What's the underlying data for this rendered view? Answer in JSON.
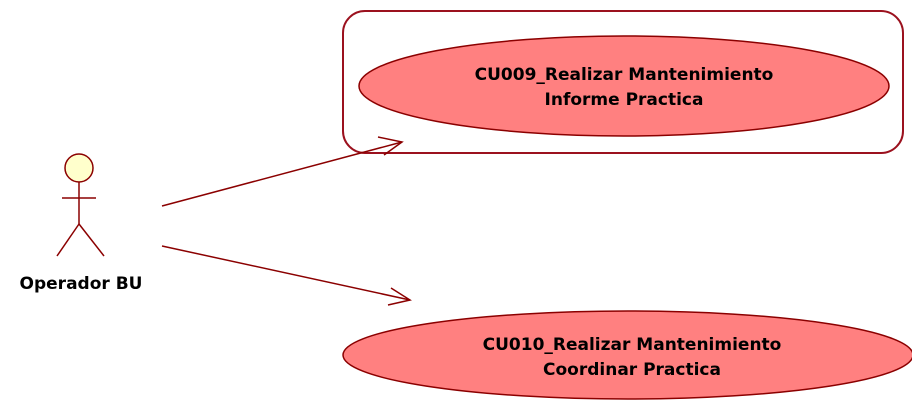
{
  "actor": {
    "name": "Operador BU"
  },
  "use_cases": [
    {
      "line1": "CU009_Realizar Mantenimiento",
      "line2": "Informe Practica"
    },
    {
      "line1": "CU010_Realizar Mantenimiento",
      "line2": "Coordinar Practica"
    }
  ],
  "colors": {
    "stroke": "#8B0000",
    "use_case_fill": "#FF8080",
    "actor_head_fill": "#FFFFCC"
  }
}
